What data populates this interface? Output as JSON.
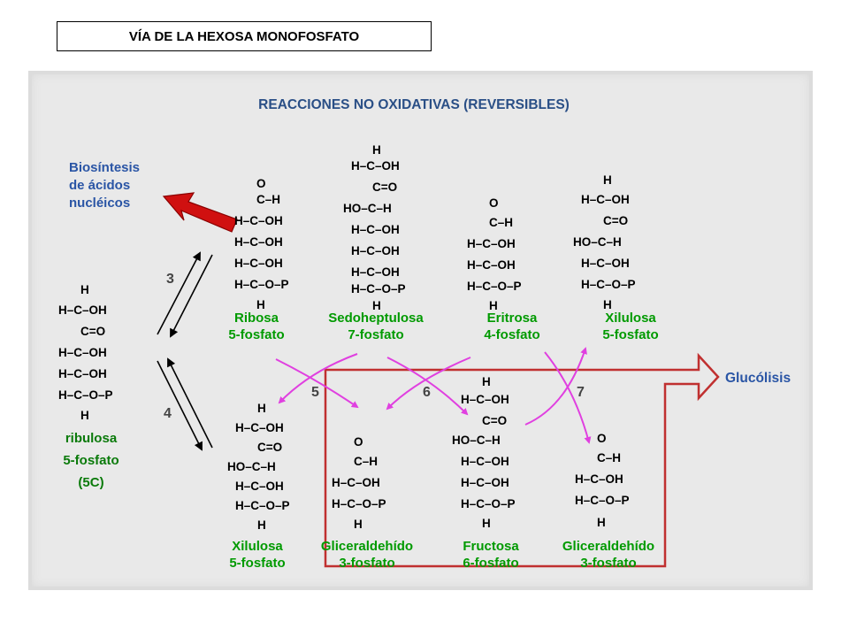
{
  "title": "VÍA DE LA HEXOSA MONOFOSFATO",
  "panel_title": "REACCIONES NO OXIDATIVAS (REVERSIBLES)",
  "biosynthesis": [
    "Biosíntesis",
    "de ácidos",
    "nucléicos"
  ],
  "glycolysis": "Glucólisis",
  "start_compound": [
    "ribulosa",
    "5-fosfato",
    "(5C)"
  ],
  "step_numbers": [
    "3",
    "4",
    "5",
    "6",
    "7"
  ],
  "molecules": {
    "ribosa": [
      "Ribosa",
      "5-fosfato"
    ],
    "sedoheptulosa": [
      "Sedoheptulosa",
      "7-fosfato"
    ],
    "eritrosa": [
      "Eritrosa",
      "4-fosfato"
    ],
    "xilulosa_top": [
      "Xilulosa",
      "5-fosfato"
    ],
    "xilulosa_bottom": [
      "Xilulosa",
      "5-fosfato"
    ],
    "gliceraldehido_1": [
      "Gliceraldehído",
      "3-fosfato"
    ],
    "fructosa": [
      "Fructosa",
      "6-fosfato"
    ],
    "gliceraldehido_2": [
      "Gliceraldehído",
      "3-fosfato"
    ]
  },
  "colors": {
    "molecule_name": "#009a00",
    "blue_label": "#2a55a5",
    "magenta_arrow": "#e040e0",
    "red_arrow": "#d01010",
    "glycolysis_box": "#c03030"
  }
}
